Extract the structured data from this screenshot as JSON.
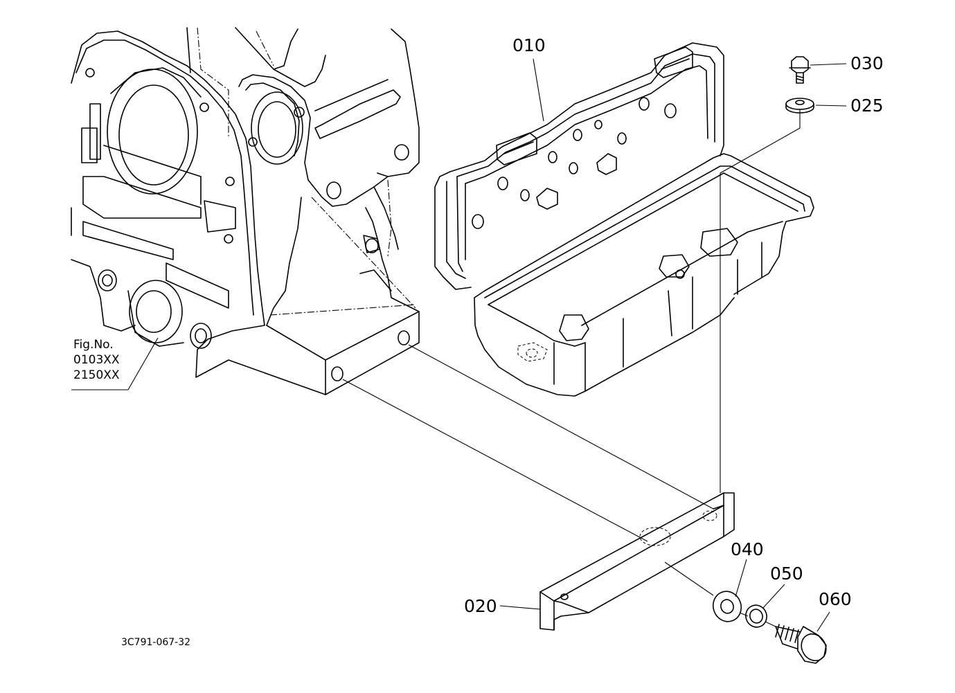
{
  "parts": [
    {
      "id": "p010",
      "number": "010",
      "name_icon": "tool-box-icon"
    },
    {
      "id": "p020",
      "number": "020",
      "name_icon": "mounting-bracket-icon"
    },
    {
      "id": "p025",
      "number": "025",
      "name_icon": "washer-icon"
    },
    {
      "id": "p030",
      "number": "030",
      "name_icon": "bolt-icon"
    },
    {
      "id": "p040",
      "number": "040",
      "name_icon": "plain-washer-icon"
    },
    {
      "id": "p050",
      "number": "050",
      "name_icon": "spring-washer-icon"
    },
    {
      "id": "p060",
      "number": "060",
      "name_icon": "bolt-icon"
    }
  ],
  "figure_ref": {
    "title": "Fig.No.",
    "numbers": [
      "0103XX",
      "2150XX"
    ]
  },
  "drawing_code": "3C791-067-32",
  "colors": {
    "line": "#000000",
    "background": "#ffffff"
  }
}
